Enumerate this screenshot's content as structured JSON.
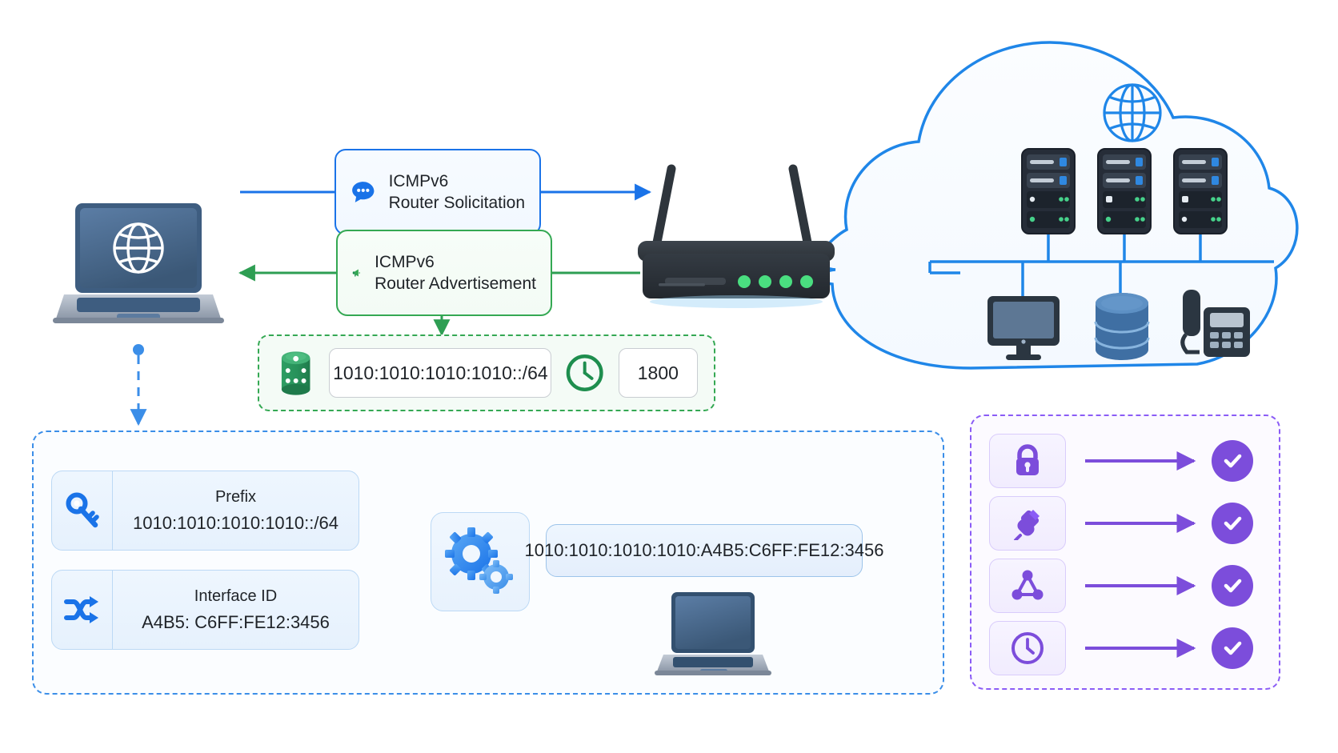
{
  "diagram": {
    "title": "IPv6 SLAAC Router Solicitation and Advertisement",
    "colors": {
      "blue": "#1a73e8",
      "green": "#34a853",
      "purple": "#7c4ddb",
      "dark": "#1f2328"
    }
  },
  "messages": {
    "solicitation": {
      "protocol": "ICMPv6",
      "name": "Router Solicitation",
      "icon": "chat-bubble-icon",
      "color": "#1a73e8",
      "direction": "host-to-router"
    },
    "advertisement": {
      "protocol": "ICMPv6",
      "name": "Router Advertisement",
      "icon": "megaphone-icon",
      "color": "#34a853",
      "direction": "router-to-host"
    }
  },
  "ra_options": {
    "prefix_icon": "database-cylinder-icon",
    "prefix_value": "1010:1010:1010:1010::/64",
    "lifetime_icon": "clock-icon",
    "lifetime_value": "1800"
  },
  "slaac": {
    "fields": [
      {
        "icon": "key-icon",
        "label": "Prefix",
        "value": "1010:1010:1010:1010::/64"
      },
      {
        "icon": "shuffle-icon",
        "label": "Interface ID",
        "value": "A4B5: C6FF:FE12:3456"
      }
    ],
    "process_icon": "gears-icon",
    "result_address": "1010:1010:1010:1010:A4B5:C6FF:FE12:3456",
    "result_device_icon": "laptop-icon"
  },
  "checklist": {
    "rows": [
      {
        "icon": "lock-icon",
        "status_icon": "check-circle-icon"
      },
      {
        "icon": "plug-icon",
        "status_icon": "check-circle-icon"
      },
      {
        "icon": "network-nodes-icon",
        "status_icon": "check-circle-icon"
      },
      {
        "icon": "clock-icon",
        "status_icon": "check-circle-icon"
      }
    ]
  },
  "devices": {
    "host_laptop": {
      "icon": "laptop-globe-icon"
    },
    "router": {
      "icon": "wifi-router-icon",
      "antennas": 2,
      "leds": 4
    },
    "cloud": {
      "icon": "cloud-icon",
      "globe_icon": "globe-icon",
      "servers": 3,
      "nodes": [
        "monitor-icon",
        "database-icon",
        "ip-phone-icon"
      ]
    }
  }
}
